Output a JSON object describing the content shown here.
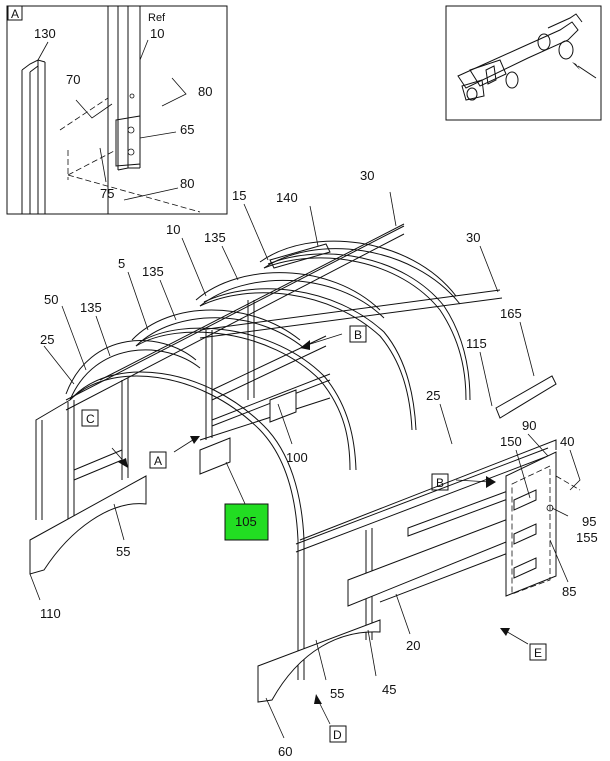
{
  "callouts": [
    {
      "id": "c130",
      "text": "130"
    },
    {
      "id": "cRef",
      "text": "Ref"
    },
    {
      "id": "c10a",
      "text": "10"
    },
    {
      "id": "c70",
      "text": "70"
    },
    {
      "id": "c80a",
      "text": "80"
    },
    {
      "id": "c65",
      "text": "65"
    },
    {
      "id": "c75",
      "text": "75"
    },
    {
      "id": "c80b",
      "text": "80"
    },
    {
      "id": "c30a",
      "text": "30"
    },
    {
      "id": "c15",
      "text": "15"
    },
    {
      "id": "c140",
      "text": "140"
    },
    {
      "id": "c10b",
      "text": "10"
    },
    {
      "id": "c135a",
      "text": "135"
    },
    {
      "id": "c30b",
      "text": "30"
    },
    {
      "id": "c5",
      "text": "5"
    },
    {
      "id": "c135b",
      "text": "135"
    },
    {
      "id": "c50",
      "text": "50"
    },
    {
      "id": "c135c",
      "text": "135"
    },
    {
      "id": "c165",
      "text": "165"
    },
    {
      "id": "c25a",
      "text": "25"
    },
    {
      "id": "c115",
      "text": "115"
    },
    {
      "id": "c25b",
      "text": "25"
    },
    {
      "id": "c100",
      "text": "100"
    },
    {
      "id": "c90",
      "text": "90"
    },
    {
      "id": "c40",
      "text": "40"
    },
    {
      "id": "c150",
      "text": "150"
    },
    {
      "id": "c95",
      "text": "95"
    },
    {
      "id": "c155",
      "text": "155"
    },
    {
      "id": "c55a",
      "text": "55"
    },
    {
      "id": "c110",
      "text": "110"
    },
    {
      "id": "c85",
      "text": "85"
    },
    {
      "id": "c20",
      "text": "20"
    },
    {
      "id": "c55b",
      "text": "55"
    },
    {
      "id": "c45",
      "text": "45"
    },
    {
      "id": "c60",
      "text": "60"
    }
  ],
  "view_boxes": [
    {
      "id": "bA1",
      "text": "A"
    },
    {
      "id": "bB1",
      "text": "B"
    },
    {
      "id": "bC",
      "text": "C"
    },
    {
      "id": "bA2",
      "text": "A"
    },
    {
      "id": "bB2",
      "text": "B"
    },
    {
      "id": "bE",
      "text": "E"
    },
    {
      "id": "bD",
      "text": "D"
    }
  ],
  "highlight": {
    "text": "105",
    "color": "#22dd22"
  }
}
